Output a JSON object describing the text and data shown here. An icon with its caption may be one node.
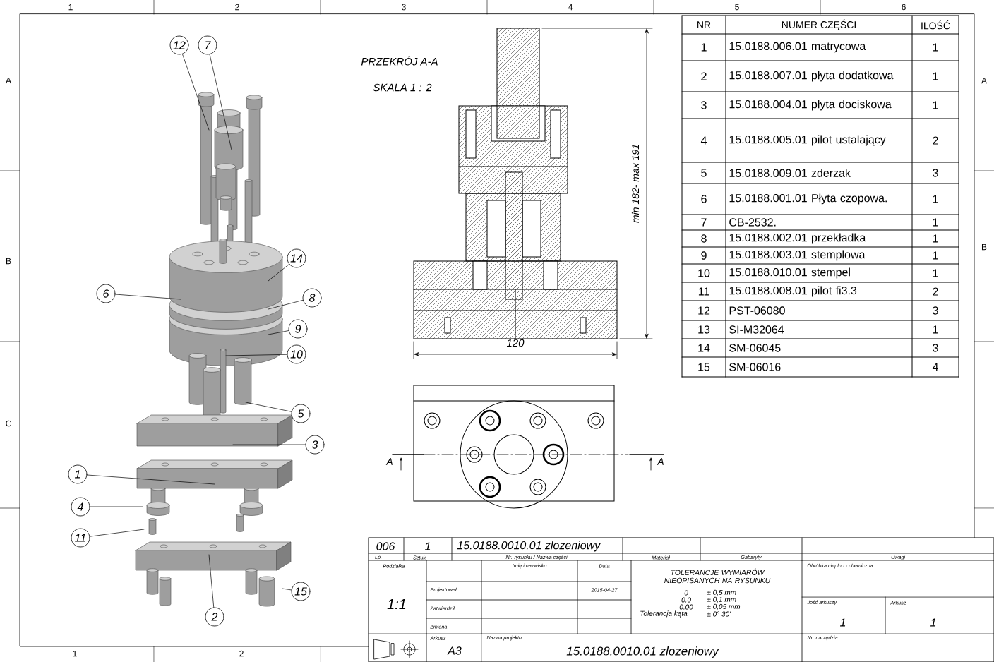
{
  "diagram": {
    "nodes": [
      {
        "text": [
          "12"
        ]
      },
      {
        "text": [
          "7"
        ]
      },
      {
        "text": [
          "14"
        ]
      },
      {
        "text": [
          "6"
        ]
      },
      {
        "text": [
          "8"
        ]
      },
      {
        "text": [
          "9"
        ]
      },
      {
        "text": [
          "10"
        ]
      },
      {
        "text": [
          "5"
        ]
      },
      {
        "text": [
          "3"
        ]
      },
      {
        "text": [
          "1"
        ]
      },
      {
        "text": [
          "4"
        ]
      },
      {
        "text": [
          "11"
        ]
      },
      {
        "text": [
          "2"
        ]
      },
      {
        "text": [
          "15"
        ]
      }
    ],
    "edges": [
      {
        "from": 0,
        "to": null,
        "arrow": "none"
      },
      {
        "from": 1,
        "to": null,
        "arrow": "none"
      },
      {
        "from": 2,
        "to": null,
        "arrow": "none"
      },
      {
        "from": 3,
        "to": null,
        "arrow": "none"
      },
      {
        "from": 4,
        "to": null,
        "arrow": "none"
      },
      {
        "from": 5,
        "to": null,
        "arrow": "none"
      },
      {
        "from": 6,
        "to": null,
        "arrow": "none"
      },
      {
        "from": 7,
        "to": null,
        "arrow": "none"
      },
      {
        "from": 8,
        "to": null,
        "arrow": "none"
      },
      {
        "from": 9,
        "to": null,
        "arrow": "none"
      },
      {
        "from": 10,
        "to": null,
        "arrow": "none"
      },
      {
        "from": 11,
        "to": null,
        "arrow": "none"
      },
      {
        "from": 12,
        "to": null,
        "arrow": "none"
      },
      {
        "from": 13,
        "to": null,
        "arrow": "none"
      }
    ],
    "labels": [
      "1",
      "2",
      "3",
      "4",
      "5",
      "6",
      "A",
      "B",
      "C",
      "A",
      "B",
      "1",
      "2",
      "PRZEKRÓJ A-A",
      "SKALA 1 : 2",
      "min 182- max 191",
      "120",
      "A",
      "A",
      "NR",
      "NUMER CZĘŚCI",
      "ILOŚĆ",
      "1",
      "15.0188.006.01 matrycowa",
      "1",
      "2",
      "15.0188.007.01 płyta dodatkowa",
      "1",
      "3",
      "15.0188.004.01 płyta dociskowa",
      "1",
      "4",
      "15.0188.005.01 pilot ustalający",
      "2",
      "5",
      "15.0188.009.01 zderzak",
      "3",
      "6",
      "15.0188.001.01 Płyta czopowa.",
      "1",
      "7",
      "CB-2532.",
      "1",
      "8",
      "15.0188.002.01 przekładka",
      "1",
      "9",
      "15.0188.003.01 stemplowa",
      "1",
      "10",
      "15.0188.010.01 stempel",
      "1",
      "11",
      "15.0188.008.01 pilot fi3.3",
      "2",
      "12",
      "PST-06080",
      "3",
      "13",
      "SI-M32064",
      "1",
      "14",
      "SM-06045",
      "3",
      "15",
      "SM-06016",
      "4",
      "006",
      "1",
      "15.0188.0010.01 zlozeniowy",
      "Lp.",
      "Sztuk",
      "Nr. rysunku / Nazwa części",
      "Materiał",
      "Gabaryty",
      "Uwagi",
      "Podziałka",
      "Imię i nazwisko",
      "Data",
      "TOLERANCJE WYMIARÓW NIEOPISANYCH NA RYSUNKU",
      "Obróbka cieplno - chemiczna",
      "1:1",
      "Projektował",
      "2015-04-27",
      "0",
      "± 0,5 mm",
      "0.0",
      "± 0,1 mm",
      "0.00",
      "± 0,05 mm",
      "Tolerancja kąta",
      "± 0° 30'",
      "Zatwierdził",
      "Ilość arkuszy",
      "Arkusz",
      "1",
      "1",
      "Zmiana",
      "Arkusz",
      "A3",
      "Nazwa projektu",
      "Nr. narzędzia",
      "15.0188.0010.01 zlozeniowy"
    ]
  }
}
